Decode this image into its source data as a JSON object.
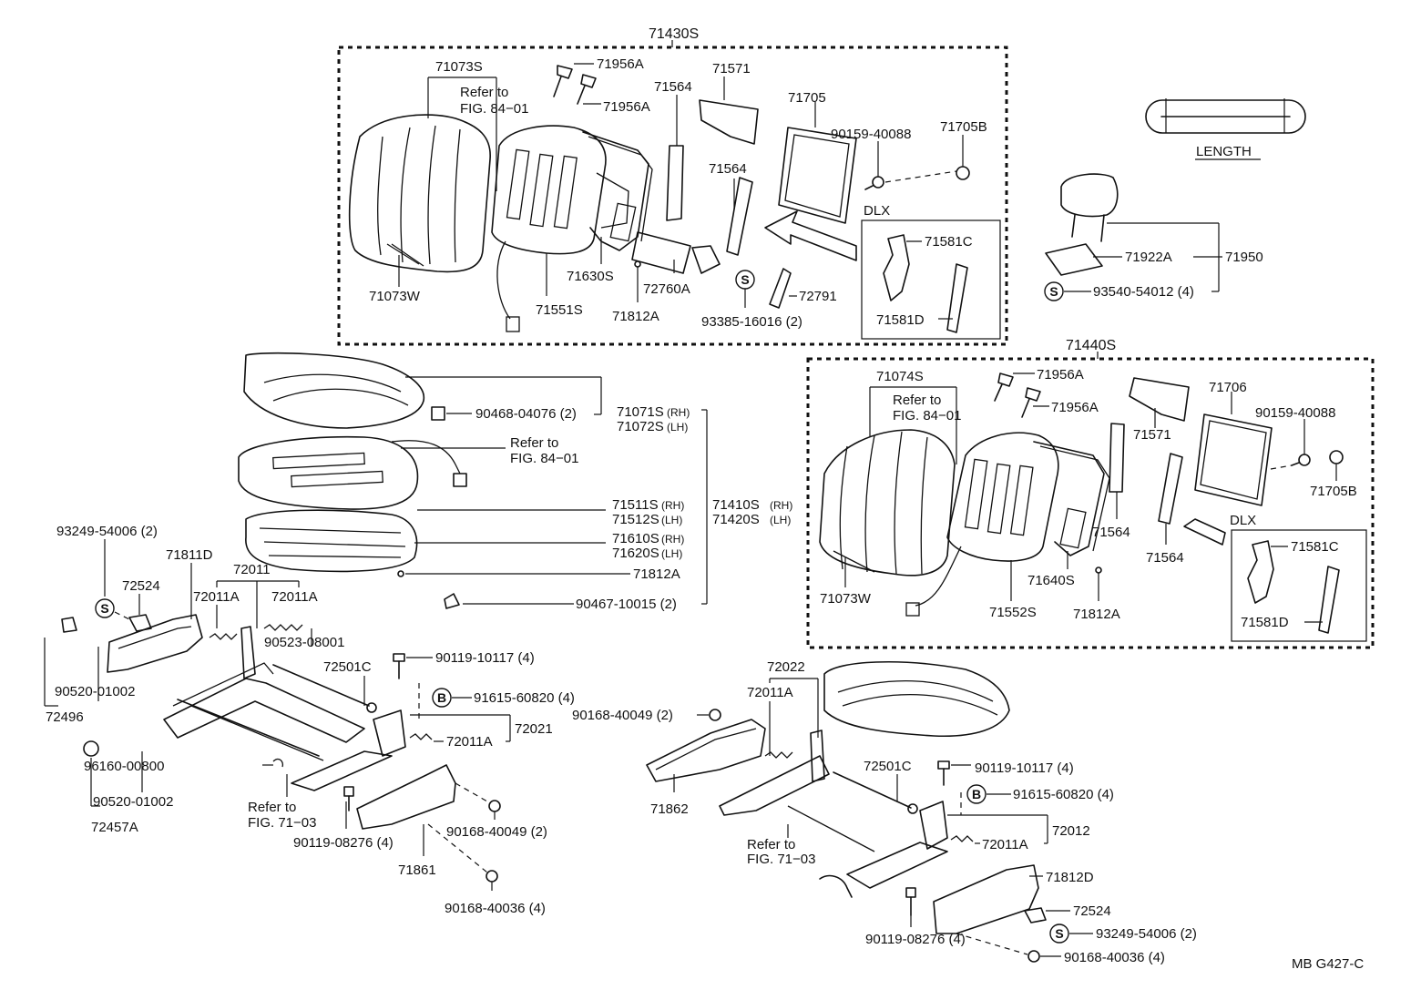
{
  "labels": {
    "g71430S": "71430S",
    "g71440S": "71440S",
    "p71073S": "71073S",
    "ref_fig_8401_a_1": "Refer to",
    "ref_fig_8401_a_2": "FIG. 84−01",
    "p71956A_1": "71956A",
    "p71956A_2": "71956A",
    "p71571_a": "71571",
    "p71564_a1": "71564",
    "p71564_a2": "71564",
    "p71705": "71705",
    "p90159_a": "90159-40088",
    "p71705B_a": "71705B",
    "dlx_a": "DLX",
    "p71581C_a": "71581C",
    "p71581D_a": "71581D",
    "p71073W_a": "71073W",
    "p71551S": "71551S",
    "p71630S": "71630S",
    "p72760A": "72760A",
    "p71812A_a": "71812A",
    "p93385": "93385-16016 (2)",
    "p72791": "72791",
    "length": "LENGTH",
    "p71922A": "71922A",
    "p71950": "71950",
    "p93540": "93540-54012 (4)",
    "p90468": "90468-04076 (2)",
    "p71071S": "71071S",
    "p71072S": "71072S",
    "rh": "(RH)",
    "lh": "(LH)",
    "ref_fig_8401_b_1": "Refer to",
    "ref_fig_8401_b_2": "FIG. 84−01",
    "p71511S": "71511S",
    "p71512S": "71512S",
    "p71410S": "71410S",
    "p71420S": "71420S",
    "p71610S": "71610S",
    "p71620S": "71620S",
    "p71812A_b": "71812A",
    "p90467": "90467-10015 (2)",
    "p71074S": "71074S",
    "ref_fig_8401_c_1": "Refer to",
    "ref_fig_8401_c_2": "FIG. 84−01",
    "p71956A_3": "71956A",
    "p71956A_4": "71956A",
    "p71571_b": "71571",
    "p71706": "71706",
    "p90159_b": "90159-40088",
    "p71705B_b": "71705B",
    "p71564_b1": "71564",
    "p71564_b2": "71564",
    "dlx_b": "DLX",
    "p71581C_b": "71581C",
    "p71581D_b": "71581D",
    "p71073W_b": "71073W",
    "p71552S": "71552S",
    "p71640S": "71640S",
    "p71812A_c": "71812A",
    "p93249_a": "93249-54006 (2)",
    "p71811D": "71811D",
    "p72524_a": "72524",
    "p72011": "72011",
    "p72011A_a": "72011A",
    "p72011A_b": "72011A",
    "p90520_a": "90520-01002",
    "p72496": "72496",
    "p90523": "90523-08001",
    "p72501C_a": "72501C",
    "p90119_10117_a": "90119-10117 (4)",
    "p91615_a": "91615-60820 (4)",
    "p72011A_c": "72011A",
    "p72021": "72021",
    "p96160": "96160-00800",
    "p90520_b": "90520-01002",
    "p72457A": "72457A",
    "ref_fig_7103_a_1": "Refer to",
    "ref_fig_7103_a_2": "FIG. 71−03",
    "p90119_08276_a": "90119-08276 (4)",
    "p71861": "71861",
    "p90168_40049_a": "90168-40049 (2)",
    "p90168_40036_a": "90168-40036 (4)",
    "p72022": "72022",
    "p72011A_d": "72011A",
    "p90168_40049_b": "90168-40049 (2)",
    "p71862": "71862",
    "p72501C_b": "72501C",
    "p90119_10117_b": "90119-10117 (4)",
    "p91615_b": "91615-60820 (4)",
    "p72012": "72012",
    "p72011A_e": "72011A",
    "ref_fig_7103_b_1": "Refer to",
    "ref_fig_7103_b_2": "FIG. 71−03",
    "p71812D": "71812D",
    "p72524_b": "72524",
    "p93249_b": "93249-54006 (2)",
    "p90119_08276_b": "90119-08276 (4)",
    "p90168_40036_b": "90168-40036 (4)",
    "footer": "MB G427-C"
  },
  "symbols": {
    "s": "S",
    "b": "B"
  }
}
